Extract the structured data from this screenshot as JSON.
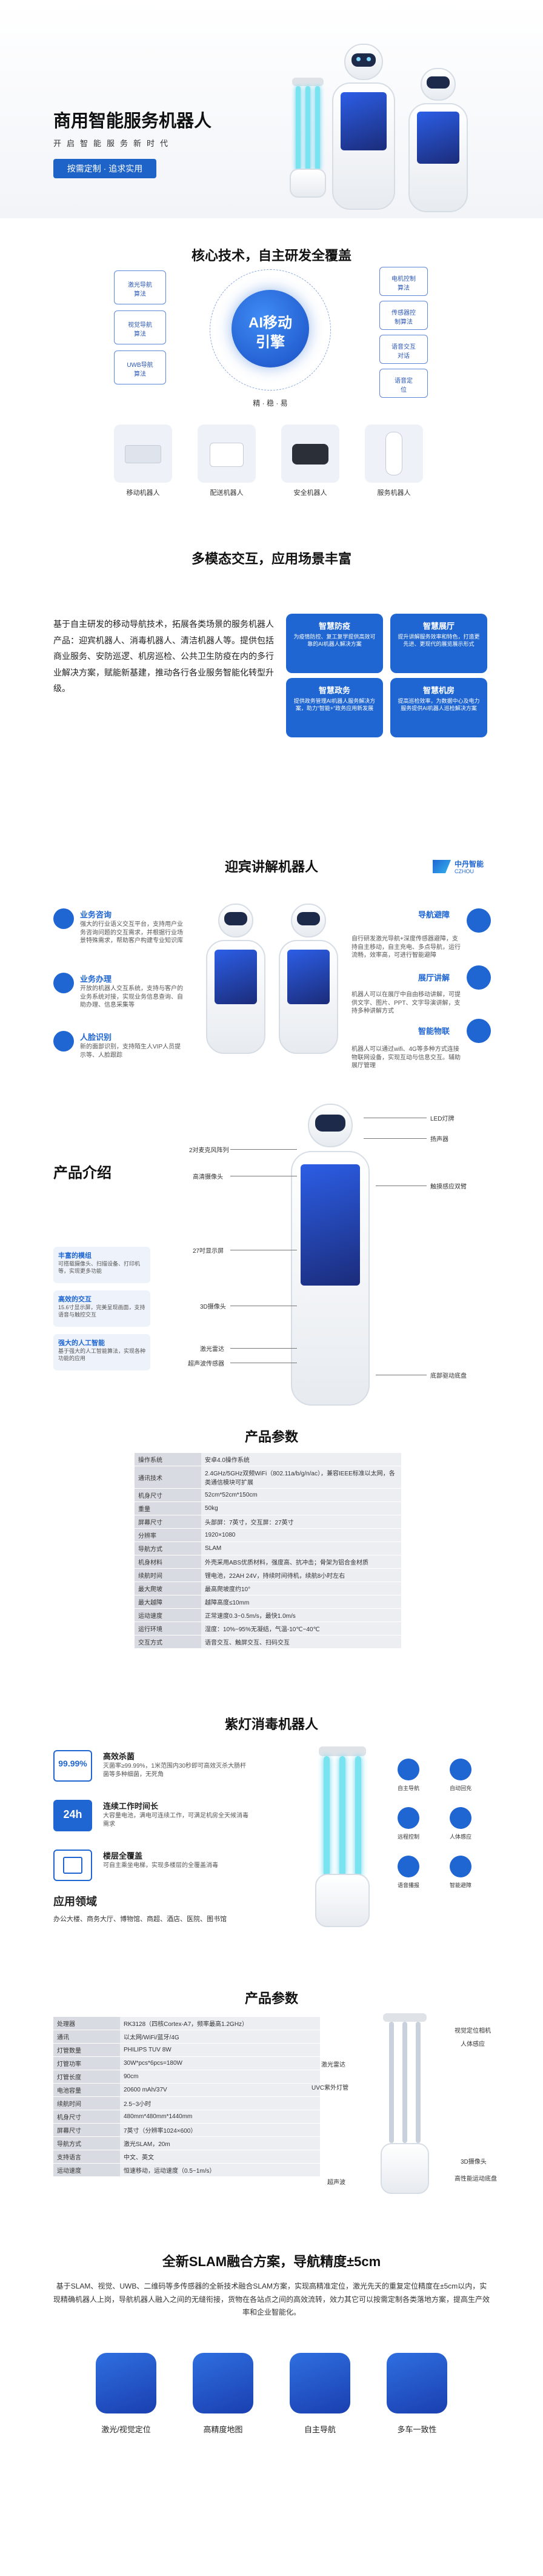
{
  "hero": {
    "title": "商用智能服务机器人",
    "subtitle": "开启智能服务新时代",
    "button": "按需定制 · 追求实用"
  },
  "core": {
    "title": "核心技术，自主研发全覆盖",
    "left_items": [
      "激光导航\n算法",
      "视觉导航\n算法",
      "UWB导航\n算法"
    ],
    "right_items": [
      "电机控制\n算法",
      "传感器控\n制算法",
      "语音交互\n对话",
      "语音定\n位"
    ],
    "engine_line1": "AI移动",
    "engine_line2": "引擎",
    "engine_sub": "精 · 稳 · 易",
    "products": [
      "移动机器人",
      "配送机器人",
      "安全机器人",
      "服务机器人"
    ]
  },
  "multimodal": {
    "title": "多模态交互，应用场景丰富",
    "description": "基于自主研发的移动导航技术，拓展各类场景的服务机器人产品：迎宾机器人、消毒机器人、清洁机器人等。提供包括商业服务、安防巡逻、机房巡检、公共卫生防疫在内的多行业解决方案，赋能新基建，推动各行各业服务智能化转型升级。",
    "cards": [
      {
        "title": "智慧防疫",
        "text": "为疫情防控、复工复学提供高效可靠的AI机器人解决方案"
      },
      {
        "title": "智慧展厅",
        "text": "提升讲解服务效率和特色，打造更先进、更现代的展览展示形式"
      },
      {
        "title": "智慧政务",
        "text": "提供政务管理AI机器人服务解决方案，助力“智能+”政务应用新发展"
      },
      {
        "title": "智慧机房",
        "text": "提高巡检效率，为数据中心及电力服务提供AI机器人巡检解决方案"
      }
    ]
  },
  "welcome": {
    "title": "迎宾讲解机器人",
    "logo_cn": "中丹智能",
    "logo_en": "CZHOU",
    "left": [
      {
        "title": "业务咨询",
        "text": "强大的行业语义交互平台，支持用户业务咨询问题的交互需求，并根据行业场景特殊需求，帮助客户构建专业知识库"
      },
      {
        "title": "业务办理",
        "text": "开放的机器人交互系统，支持与客户的业务系统对接，实现业务信息查询、自助办理、信息采集等"
      },
      {
        "title": "人脸识别",
        "text": "新的面部识别，支持陌生人VIP人员提示等、人脸跟踪"
      }
    ],
    "right": [
      {
        "title": "导航避障",
        "text": "自行研发激光导航+深度传感器避障，支持自主移动，自主充电、多点导航，运行流畅，效率高，可进行智能避障"
      },
      {
        "title": "展厅讲解",
        "text": "机器人可以在展厅中自由移动讲解，可提供文字、图片、PPT、文字导演讲解，支持多种讲解方式"
      },
      {
        "title": "智能物联",
        "text": "机器人可以通过wifi、4G等多种方式连接物联网设备，实现互动与信息交互。辅助展厅管理"
      }
    ]
  },
  "intro": {
    "title": "产品介绍",
    "features": [
      {
        "title": "丰富的模组",
        "text": "可搭载摄像头、扫描设备、打印机等，实现更多功能"
      },
      {
        "title": "高效的交互",
        "text": "15.6寸显示屏，完美呈现画面，支持语音与触控交互"
      },
      {
        "title": "强大的人工智能",
        "text": "基于强大的人工智能算法，实现各种功能的应用"
      }
    ],
    "callouts_left": [
      "2对麦克风阵列",
      "高清摄像头",
      "27吋显示屏",
      "3D摄像头",
      "激光雷达",
      "超声波传感器"
    ],
    "callouts_right": [
      "LED灯牌",
      "扬声器",
      "触摸感应双臂",
      "底部驱动底盘"
    ]
  },
  "params1": {
    "title": "产品参数",
    "rows": [
      [
        "操作系统",
        "安卓4.0操作系统"
      ],
      [
        "通讯技术",
        "2.4GHz/5GHz双频WiFi（802.11a/b/g/n/ac），兼容IEEE标准以太网，各类通信模块可扩展"
      ],
      [
        "机身尺寸",
        "52cm*52cm*150cm"
      ],
      [
        "重量",
        "50kg"
      ],
      [
        "屏幕尺寸",
        "头部屏：7英寸，交互屏：27英寸"
      ],
      [
        "分辨率",
        "1920×1080"
      ],
      [
        "导航方式",
        "SLAM"
      ],
      [
        "机身材料",
        "外壳采用ABS优质材料，强度高、抗冲击；骨架为铝合金材质"
      ],
      [
        "续航时间",
        "锂电池，22AH 24V，持续时间待机，续航8小时左右"
      ],
      [
        "最大爬坡",
        "最高爬坡度约10°"
      ],
      [
        "最大越障",
        "越障高度≤10mm"
      ],
      [
        "运动速度",
        "正常速度0.3~0.5m/s，最快1.0m/s"
      ],
      [
        "运行环境",
        "湿度：10%~95%无凝结，气温-10℃~40℃"
      ],
      [
        "交互方式",
        "语音交互、触屏交互、扫码交互"
      ]
    ]
  },
  "uv": {
    "title": "紫灯消毒机器人",
    "items": [
      {
        "badge": "99.99%",
        "title": "高效杀菌",
        "text": "灭菌率≥99.99%，1米范围内30秒即可高效灭杀大肠杆菌等多种细菌，无死角"
      },
      {
        "badge": "24h",
        "title": "连续工作时间长",
        "text": "大容量电池，满电可连续工作，可满足机房全天候消毒需求"
      },
      {
        "badge": "map",
        "title": "楼层全覆盖",
        "text": "可自主乘坐电梯，实现多楼层的全覆盖消毒"
      }
    ],
    "application_title": "应用领域",
    "application_text": "办公大楼、商务大厅、博物馆、商超、酒店、医院、图书馆",
    "icons": [
      "自主导航",
      "自动回充",
      "远程控制",
      "人体感应",
      "语音播报",
      "智能避障"
    ]
  },
  "params2": {
    "title": "产品参数",
    "rows": [
      [
        "处理器",
        "RK3128（四核Cortex-A7，频率最高1.2GHz）"
      ],
      [
        "通讯",
        "以太网/WiFi/蓝牙/4G"
      ],
      [
        "灯管数量",
        "PHILIPS TUV 8W"
      ],
      [
        "灯管功率",
        "30W*pcs*6pcs=180W"
      ],
      [
        "灯管长度",
        "90cm"
      ],
      [
        "电池容量",
        "20600 mAh/37V"
      ],
      [
        "续航时间",
        "2.5~3小时"
      ],
      [
        "机身尺寸",
        "480mm*480mm*1440mm"
      ],
      [
        "屏幕尺寸",
        "7英寸（分辨率1024×600）"
      ],
      [
        "导航方式",
        "激光SLAM，20m"
      ],
      [
        "支持语言",
        "中文、英文"
      ],
      [
        "运动速度",
        "恒速移动，运动速度（0.5~1m/s）"
      ]
    ],
    "callouts_left": [
      "激光雷达",
      "UVC紫外灯管",
      "超声波"
    ],
    "callouts_right": [
      "视觉定位相机",
      "人体感应",
      "3D摄像头",
      "高性能运动底盘"
    ]
  },
  "slam": {
    "title": "全新SLAM融合方案，导航精度±5cm",
    "text": "基于SLAM、视觉、UWB、二维码等多传感器的全新技术融合SLAM方案，实现高精准定位，激光先天的重复定位精度在±5cm以内，实现精确机器人上岗，导航机器人融入之间的无缝衔接，货物在各站点之间的高效流转，效力其它可以按需定制各类落地方案，提高生产效率和企业智能化。",
    "icons": [
      "激光/视觉定位",
      "高精度地图",
      "自主导航",
      "多车一致性"
    ]
  },
  "colors": {
    "primary_blue": "#1f66d3",
    "dark_text": "#111111"
  }
}
